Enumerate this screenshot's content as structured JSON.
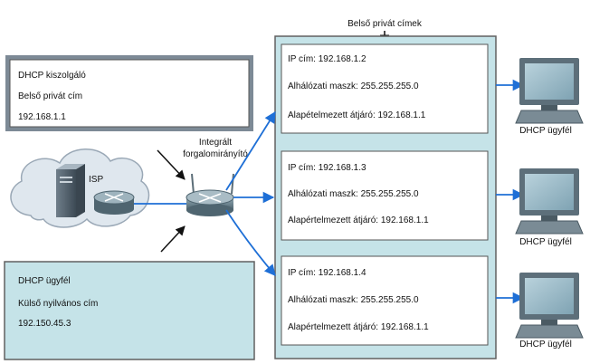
{
  "pool": {
    "title": "Belső privát címek"
  },
  "dhcp_server": {
    "lines": [
      "DHCP kiszolgáló",
      "Belső privát cím",
      "192.168.1.1"
    ]
  },
  "isp": {
    "label": "ISP"
  },
  "router": {
    "label_line1": "Integrált",
    "label_line2": "forgalomirányító"
  },
  "dhcp_client_box": {
    "lines": [
      "DHCP ügyfél",
      "Külső nyilvános cím",
      "192.150.45.3"
    ]
  },
  "leases": [
    {
      "ip": "IP cím: 192.168.1.2",
      "mask": "Alhálózati maszk: 255.255.255.0",
      "gateway": "Alapételmezett átjáró: 192.168.1.1"
    },
    {
      "ip": "IP cím: 192.168.1.3",
      "mask": "Alhálózati maszk: 255.255.255.0",
      "gateway": "Alapértelmezett átjáró: 192.168.1.1"
    },
    {
      "ip": "IP cím: 192.168.1.4",
      "mask": "Alhálózati maszk: 255.255.255.0",
      "gateway": "Alapértelmezett átjáró: 192.168.1.1"
    }
  ],
  "clients": [
    {
      "label": "DHCP ügyfél"
    },
    {
      "label": "DHCP ügyfél"
    },
    {
      "label": "DHCP ügyfél"
    }
  ],
  "colors": {
    "panel_fill": "#c5e3e8",
    "panel_border": "#606060",
    "arrow_blue": "#1e6fd6",
    "cloud_fill": "#dfe7ee",
    "cloud_stroke": "#9aa8b6"
  }
}
